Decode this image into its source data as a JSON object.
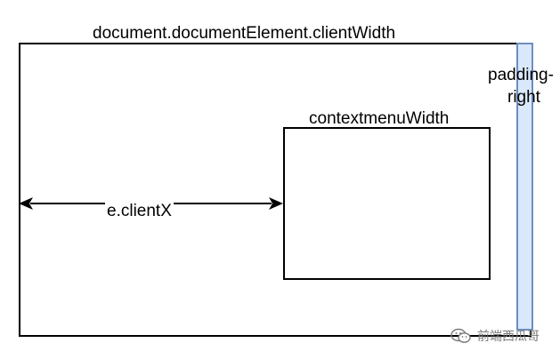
{
  "diagram": {
    "title": "document.documentElement.clientWidth",
    "padding_label_line1": "padding-",
    "padding_label_line2": "right",
    "menu_label": "contextmenuWidth",
    "arrow_label": "e.clientX"
  },
  "watermark": {
    "text": "前端西瓜哥",
    "icon": "wechat-logo-icon"
  },
  "colors": {
    "stroke": "#000000",
    "padding_fill": "#dae8fc",
    "padding_border": "#6c8ebf",
    "watermark": "#7a7a7a"
  }
}
